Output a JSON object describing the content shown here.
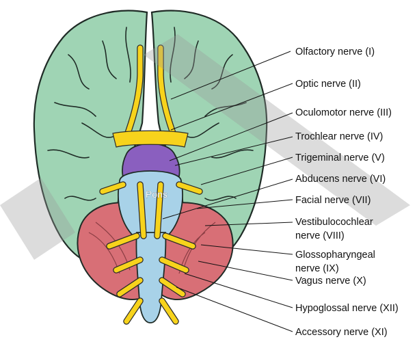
{
  "colors": {
    "cortex": "#9fd4b4",
    "cerebellum": "#d86f76",
    "brainstem": "#a8d2e8",
    "diencephalon": "#8a5fbf",
    "nerve": "#f7d31c",
    "watermark": "#9a9a9a"
  },
  "structure_label": "Pons",
  "labels": [
    {
      "id": "olfactory",
      "text": "Olfactory nerve (I)"
    },
    {
      "id": "optic",
      "text": "Optic nerve (II)"
    },
    {
      "id": "oculomotor",
      "text": "Oculomotor nerve (III)"
    },
    {
      "id": "trochlear",
      "text": "Trochlear nerve (IV)"
    },
    {
      "id": "trigeminal",
      "text": "Trigeminal nerve (V)"
    },
    {
      "id": "abducens",
      "text": "Abducens nerve (VI)"
    },
    {
      "id": "facial",
      "text": "Facial nerve (VII)"
    },
    {
      "id": "vestibulocochlear",
      "text": [
        "Vestibulocochlear",
        "nerve (VIII)"
      ]
    },
    {
      "id": "glossopharyngeal",
      "text": [
        "Glossopharyngeal",
        "nerve (IX)"
      ]
    },
    {
      "id": "vagus",
      "text": "Vagus nerve (X)"
    },
    {
      "id": "hypoglossal",
      "text": "Hypoglossal nerve (XII)"
    },
    {
      "id": "accessory",
      "text": "Accessory nerve (XI)"
    }
  ]
}
